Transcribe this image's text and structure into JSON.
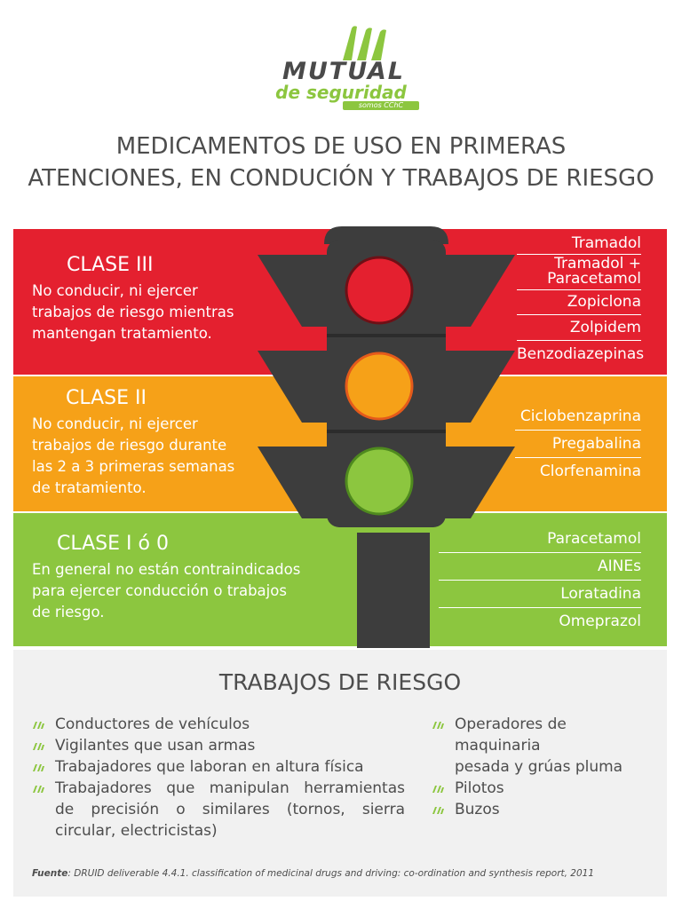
{
  "logo": {
    "name": "MUTUAL",
    "sub": "de seguridad",
    "tagline": "somos CChC"
  },
  "title": {
    "line1": "MEDICAMENTOS DE USO EN PRIMERAS",
    "line2": "ATENCIONES, EN CONDUCIÓN Y TRABAJOS DE RIESGO"
  },
  "classes": [
    {
      "title": "CLASE III",
      "lines": [
        "No conducir, ni ejercer",
        "trabajos de riesgo mientras",
        "mantengan tratamiento."
      ],
      "drugs": [
        "Tramadol",
        "Tramadol +",
        "Paracetamol",
        "Zopiclona",
        "Zolpidem",
        "Benzodiazepinas"
      ],
      "color": "#e4202f"
    },
    {
      "title": "CLASE II",
      "lines": [
        "No conducir, ni ejercer",
        "trabajos de riesgo durante",
        "las 2 a 3 primeras semanas",
        "de tratamiento."
      ],
      "drugs": [
        "Ciclobenzaprina",
        "Pregabalina",
        "Clorfenamina"
      ],
      "color": "#f6a118"
    },
    {
      "title": "CLASE I ó 0",
      "lines": [
        "En general no están contraindicados",
        "para ejercer conducción o trabajos",
        "de riesgo."
      ],
      "drugs": [
        "Paracetamol",
        "AINEs",
        "Loratadina",
        "Omeprazol"
      ],
      "color": "#8cc63f"
    }
  ],
  "risk": {
    "title": "TRABAJOS DE RIESGO",
    "left": [
      "Conductores de vehículos",
      "Vigilantes que usan armas",
      "Trabajadores que laboran en altura física",
      "Trabajadores que manipulan herramientas",
      "de precisión o similares (tornos, sierra",
      "circular, electricistas)"
    ],
    "right": [
      "Operadores de maquinaria",
      "pesada y grúas pluma",
      "Pilotos",
      "Buzos"
    ]
  },
  "source": {
    "label": "Fuente",
    "text": ": DRUID deliverable 4.4.1. classification of medicinal drugs and driving: co-ordination and synthesis report, 2011"
  },
  "colors": {
    "red": "#e4202f",
    "orange": "#f6a118",
    "green": "#8cc63f",
    "traffic_light": "#3d3d3d",
    "text": "#4d4d4d",
    "panel": "#f1f1f1"
  }
}
